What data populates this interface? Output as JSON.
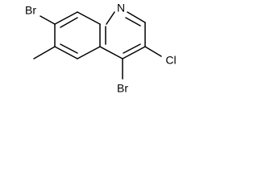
{
  "molecule": {
    "atoms": {
      "br7": "Br",
      "n1": "N",
      "cl3": "Cl",
      "br4": "Br"
    }
  }
}
